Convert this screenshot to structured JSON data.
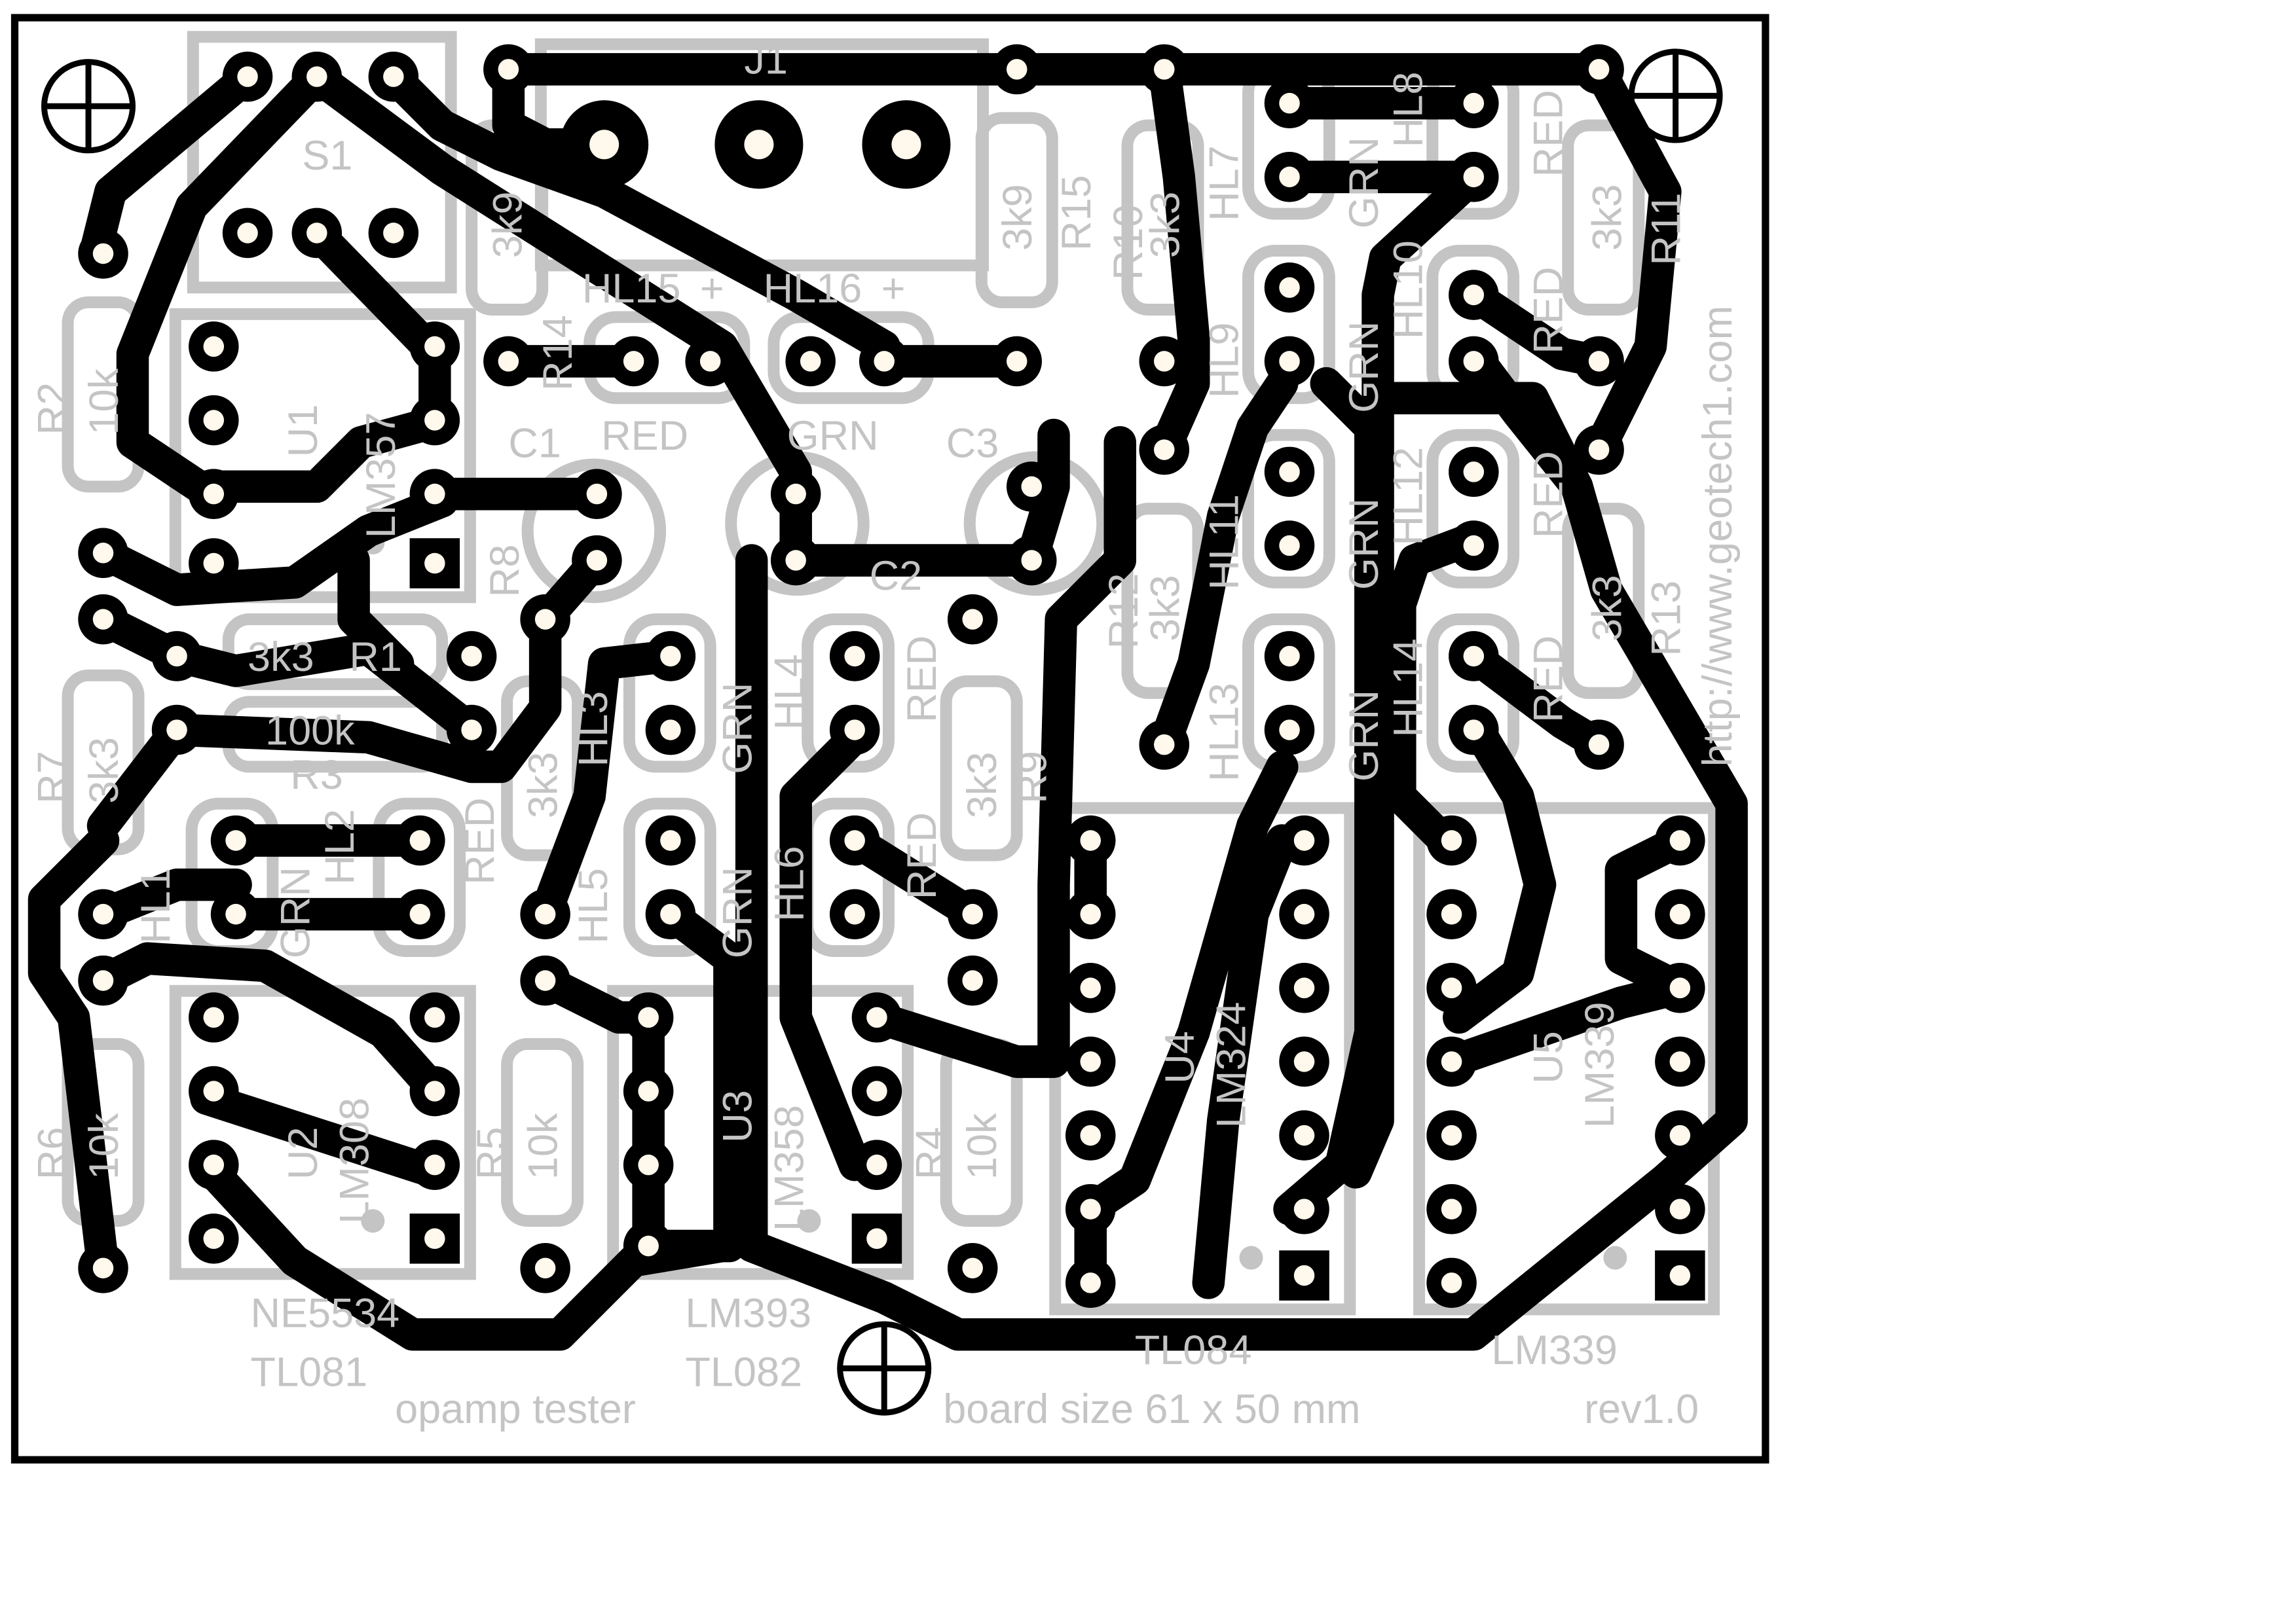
{
  "board": {
    "title": "opamp tester",
    "size_note": "board size 61 x 50 mm",
    "revision": "rev1.0",
    "url": "http://www.geotech1.com"
  },
  "components": {
    "switch": {
      "ref": "S1"
    },
    "jack": {
      "ref": "J1"
    },
    "ics": [
      {
        "ref": "U1",
        "part": "LM357"
      },
      {
        "ref": "U2",
        "part": "LM308"
      },
      {
        "ref": "U3",
        "part": "LM358"
      },
      {
        "ref": "U4",
        "part": "LM324"
      },
      {
        "ref": "U5",
        "part": "LM339"
      }
    ],
    "resistors": [
      {
        "ref": "R1",
        "value": "3k3"
      },
      {
        "ref": "R2",
        "value": "10k"
      },
      {
        "ref": "R3",
        "value": "100k"
      },
      {
        "ref": "R4",
        "value": "10k"
      },
      {
        "ref": "R5",
        "value": "10k"
      },
      {
        "ref": "R6",
        "value": "10k"
      },
      {
        "ref": "R7",
        "value": "3k3"
      },
      {
        "ref": "R8",
        "value": "3k3"
      },
      {
        "ref": "R9",
        "value": "3k3"
      },
      {
        "ref": "R10",
        "value": "3k3"
      },
      {
        "ref": "R11",
        "value": "3k3"
      },
      {
        "ref": "R12",
        "value": "3k3"
      },
      {
        "ref": "R13",
        "value": "3k3"
      },
      {
        "ref": "R14",
        "value": "3k9"
      },
      {
        "ref": "R15",
        "value": "3k9"
      }
    ],
    "capacitors": [
      {
        "ref": "C1"
      },
      {
        "ref": "C2"
      },
      {
        "ref": "C3"
      }
    ],
    "leds": [
      {
        "ref": "HL1",
        "color": "GRN"
      },
      {
        "ref": "HL2",
        "color": "RED"
      },
      {
        "ref": "HL3",
        "color": "GRN"
      },
      {
        "ref": "HL4",
        "color": "RED"
      },
      {
        "ref": "HL5",
        "color": "GRN"
      },
      {
        "ref": "HL6",
        "color": "RED"
      },
      {
        "ref": "HL7",
        "color": "GRN"
      },
      {
        "ref": "HL8",
        "color": "RED"
      },
      {
        "ref": "HL9",
        "color": "GRN"
      },
      {
        "ref": "HL10",
        "color": "RED"
      },
      {
        "ref": "HL11",
        "color": "GRN"
      },
      {
        "ref": "HL12",
        "color": "RED"
      },
      {
        "ref": "HL13",
        "color": "GRN"
      },
      {
        "ref": "HL14",
        "color": "RED"
      },
      {
        "ref": "HL15",
        "color": "RED"
      },
      {
        "ref": "HL16",
        "color": "GRN"
      }
    ]
  },
  "socket_notes": {
    "u2_alt_1": "NE5534",
    "u2_alt_2": "TL081",
    "u3_alt_1": "LM393",
    "u3_alt_2": "TL082",
    "u4_alt": "TL084",
    "u5_alt": "LM339"
  },
  "polarity_mark": "+",
  "colors": {
    "copper": "#000000",
    "silkscreen": "#c4c4c4",
    "drill": "#fff8ec",
    "background": "#ffffff"
  }
}
